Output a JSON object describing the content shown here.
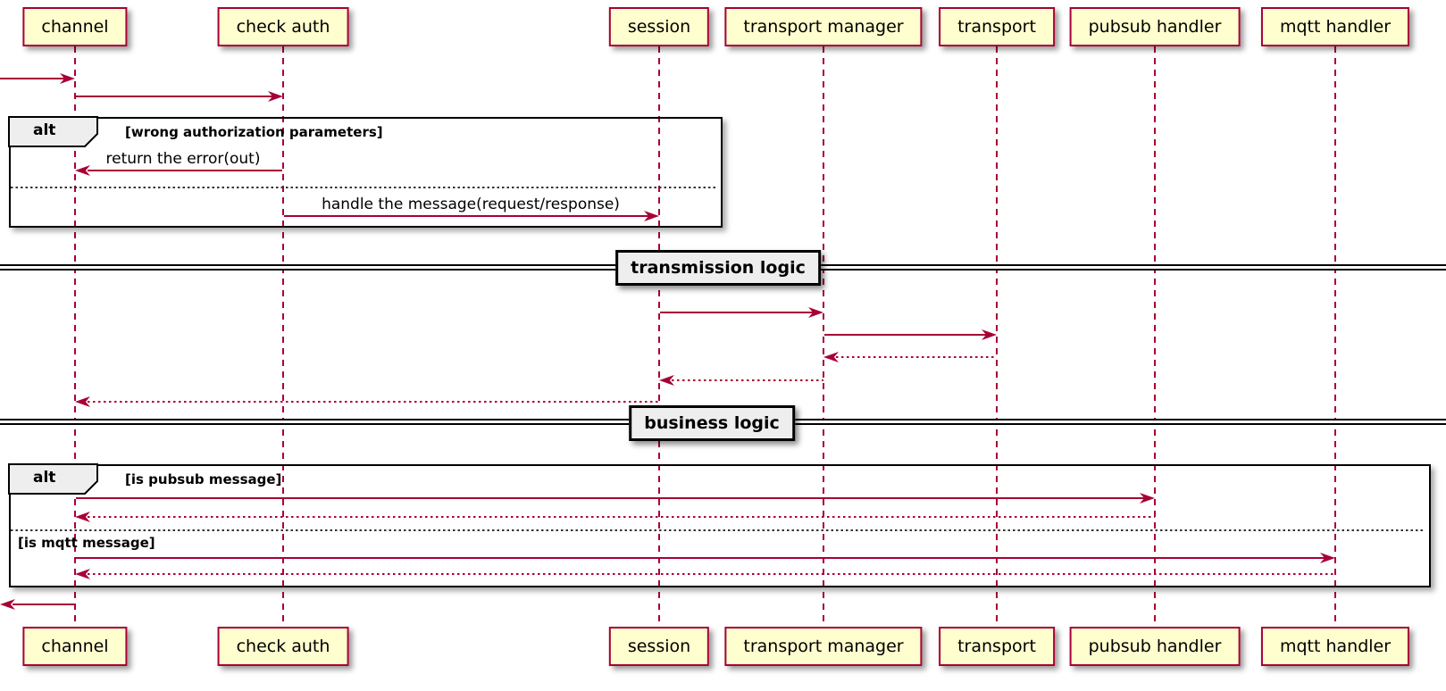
{
  "diagram": {
    "type": "uml-sequence-diagram",
    "participants": [
      {
        "label": "channel"
      },
      {
        "label": "check auth"
      },
      {
        "label": "session"
      },
      {
        "label": "transport manager"
      },
      {
        "label": "transport"
      },
      {
        "label": "pubsub handler"
      },
      {
        "label": "mqtt handler"
      }
    ],
    "alt1": {
      "operator": "alt",
      "condition": "[wrong authorization parameters]"
    },
    "alt2": {
      "operator": "alt",
      "condition_pubsub": "[is pubsub message]",
      "condition_mqtt": "[is mqtt message]"
    },
    "divider1": {
      "label": "transmission logic"
    },
    "divider2": {
      "label": "business logic"
    },
    "messages": [
      {
        "from": "(external)",
        "to": "channel",
        "style": "solid",
        "label": ""
      },
      {
        "from": "channel",
        "to": "check auth",
        "style": "solid",
        "label": ""
      },
      {
        "from": "check auth",
        "to": "channel",
        "style": "solid",
        "label": "return the error(out)"
      },
      {
        "from": "check auth",
        "to": "session",
        "style": "solid",
        "label": "handle the message(request/response)"
      },
      {
        "from": "session",
        "to": "transport manager",
        "style": "solid",
        "label": ""
      },
      {
        "from": "transport manager",
        "to": "transport",
        "style": "solid",
        "label": ""
      },
      {
        "from": "transport",
        "to": "transport manager",
        "style": "dotted",
        "label": ""
      },
      {
        "from": "transport manager",
        "to": "session",
        "style": "dotted",
        "label": ""
      },
      {
        "from": "session",
        "to": "channel",
        "style": "dotted",
        "label": ""
      },
      {
        "from": "channel",
        "to": "pubsub handler",
        "style": "solid",
        "label": ""
      },
      {
        "from": "pubsub handler",
        "to": "channel",
        "style": "dotted",
        "label": ""
      },
      {
        "from": "channel",
        "to": "mqtt handler",
        "style": "solid",
        "label": ""
      },
      {
        "from": "mqtt handler",
        "to": "channel",
        "style": "dotted",
        "label": ""
      },
      {
        "from": "channel",
        "to": "(external)",
        "style": "solid",
        "label": ""
      }
    ],
    "colors": {
      "crimson": "#a80036",
      "participant_fill": "#fefece",
      "label_fill": "#eeeeee",
      "frame_border": "#000000",
      "background": "#ffffff"
    }
  }
}
